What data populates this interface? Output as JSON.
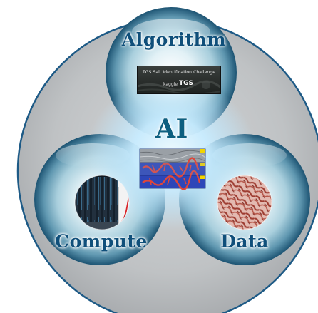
{
  "labels": {
    "algorithm": "Algorithm",
    "ai": "AI",
    "compute": "Compute",
    "data": "Data"
  },
  "algorithm_image": {
    "title": "TGS Salt Identification Challenge",
    "brand_left": "kaggle",
    "brand_right": "TGS"
  },
  "colors": {
    "label_text": "#0f4f7a",
    "outer_circle": "#b9bcbf",
    "outer_border": "#1d5a86",
    "bubble_center": "#ffffff",
    "bubble_mid": "#9fc9d8",
    "bubble_edge": "#1e5c7c",
    "center_glow": "#cfefff"
  },
  "icons": [
    "supercomputer-image",
    "seismic-image",
    "microscopy-image",
    "tgs-banner-image"
  ]
}
